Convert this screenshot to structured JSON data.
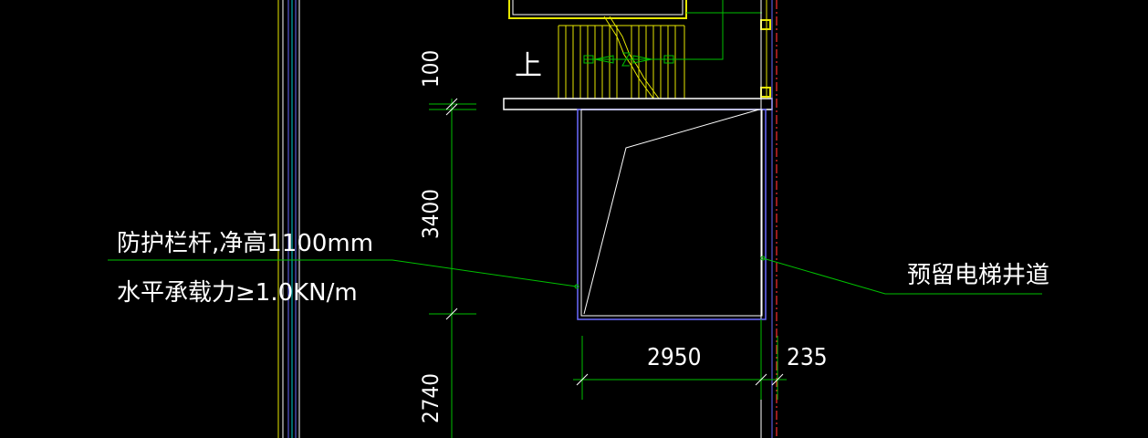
{
  "drawing": {
    "colors": {
      "background": "#000000",
      "stair_yellow": "#e6e600",
      "leader_green": "#00c000",
      "wall_blue": "#6a6aff",
      "wall_white": "#ffffff",
      "axis_red": "#ff3030",
      "axis_cyan": "#00d0d0"
    },
    "stair_label": "上",
    "guardrail_note_line1": "防护栏杆,净高1100mm",
    "guardrail_note_line2": "水平承载力≥1.0KN/m",
    "elevator_shaft_note": "预留电梯井道",
    "dimensions": {
      "vertical_top": "100",
      "vertical_mid": "3400",
      "vertical_bottom": "2740",
      "horizontal_shaft": "2950",
      "horizontal_wall": "235"
    }
  }
}
